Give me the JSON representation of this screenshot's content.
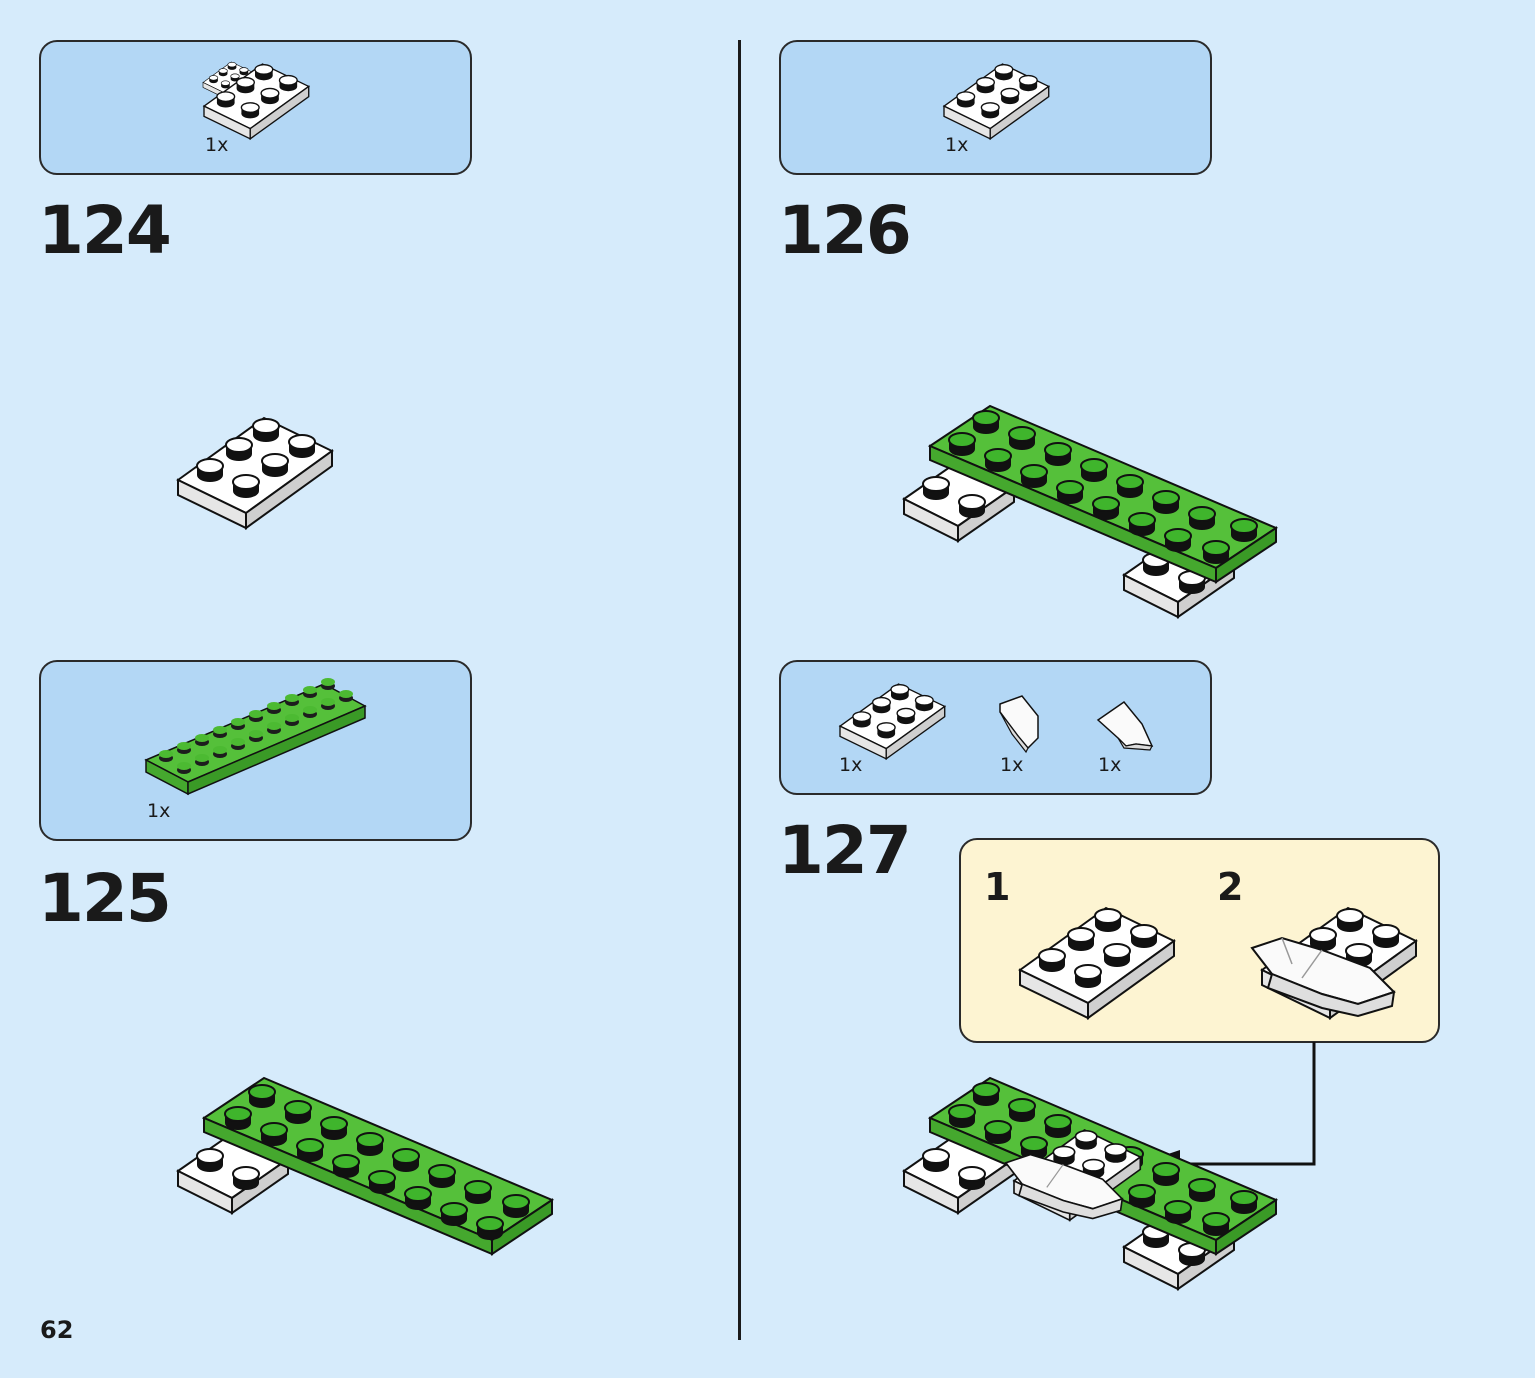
{
  "page_number": "62",
  "steps": [
    {
      "number": "124",
      "parts": [
        {
          "qty": "1x",
          "name": "white-plate-2x3-icon"
        }
      ]
    },
    {
      "number": "125",
      "parts": [
        {
          "qty": "1x",
          "name": "green-plate-2x10-icon"
        }
      ]
    },
    {
      "number": "126",
      "parts": [
        {
          "qty": "1x",
          "name": "white-plate-2x3-icon"
        }
      ]
    },
    {
      "number": "127",
      "parts": [
        {
          "qty": "1x",
          "name": "white-plate-2x3-icon"
        },
        {
          "qty": "1x",
          "name": "white-wedge-left-icon"
        },
        {
          "qty": "1x",
          "name": "white-wedge-right-icon"
        }
      ],
      "substeps": [
        {
          "number": "1"
        },
        {
          "number": "2"
        }
      ]
    }
  ],
  "colors": {
    "background": "#d6ebfb",
    "parts_box": "#b3d7f5",
    "substep_box": "#fdf4d2",
    "lego_green": "#4cba32",
    "lego_white": "#ffffff"
  }
}
